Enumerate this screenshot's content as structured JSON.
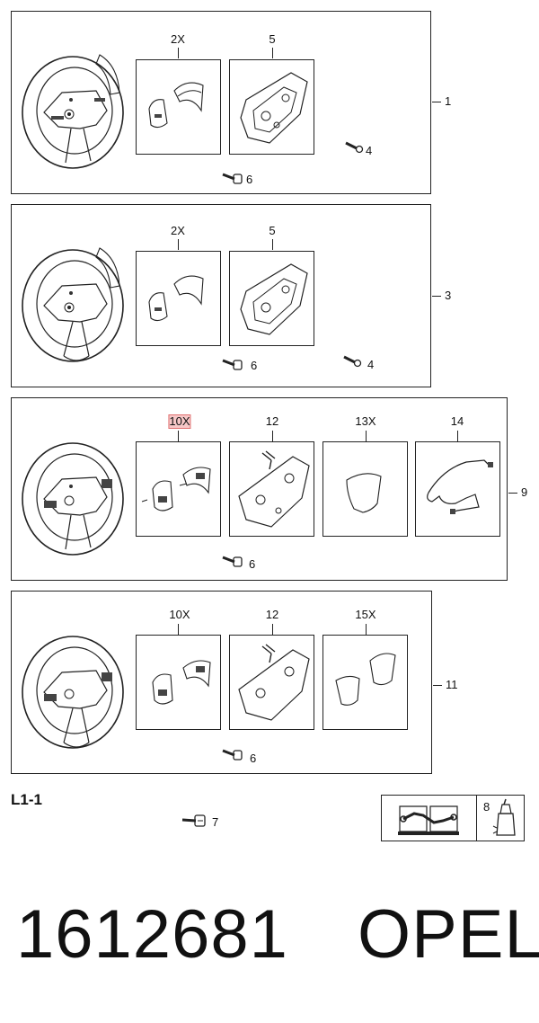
{
  "panels": [
    {
      "ref": "1",
      "boxes": [
        {
          "label": "2X",
          "highlight": false,
          "part": "switch-covers"
        },
        {
          "label": "5",
          "highlight": false,
          "part": "mounting-plate"
        }
      ],
      "loose": [
        {
          "label": "4",
          "part": "screw"
        },
        {
          "label": "6",
          "part": "bolt"
        }
      ]
    },
    {
      "ref": "3",
      "boxes": [
        {
          "label": "2X",
          "highlight": false,
          "part": "switch-covers"
        },
        {
          "label": "5",
          "highlight": false,
          "part": "mounting-plate"
        }
      ],
      "loose": [
        {
          "label": "6",
          "part": "bolt"
        },
        {
          "label": "4",
          "part": "screw"
        }
      ]
    },
    {
      "ref": "9",
      "boxes": [
        {
          "label": "10X",
          "highlight": true,
          "part": "control-switches"
        },
        {
          "label": "12",
          "highlight": false,
          "part": "wired-plate"
        },
        {
          "label": "13X",
          "highlight": false,
          "part": "trim-cover"
        },
        {
          "label": "14",
          "highlight": false,
          "part": "wiring-harness"
        }
      ],
      "loose": [
        {
          "label": "6",
          "part": "bolt"
        }
      ]
    },
    {
      "ref": "11",
      "boxes": [
        {
          "label": "10X",
          "highlight": false,
          "part": "control-switches"
        },
        {
          "label": "12",
          "highlight": false,
          "part": "wired-plate"
        },
        {
          "label": "15X",
          "highlight": false,
          "part": "trim-covers"
        }
      ],
      "loose": [
        {
          "label": "6",
          "part": "bolt"
        }
      ]
    }
  ],
  "footer": {
    "reference": "L1-1",
    "loose_part_label": "7",
    "manual_icon": "manual-book-wrench-icon",
    "adhesive_label": "8",
    "adhesive_icon": "adhesive-bottle-icon",
    "part_number": "1612681",
    "brand": "OPEL"
  }
}
